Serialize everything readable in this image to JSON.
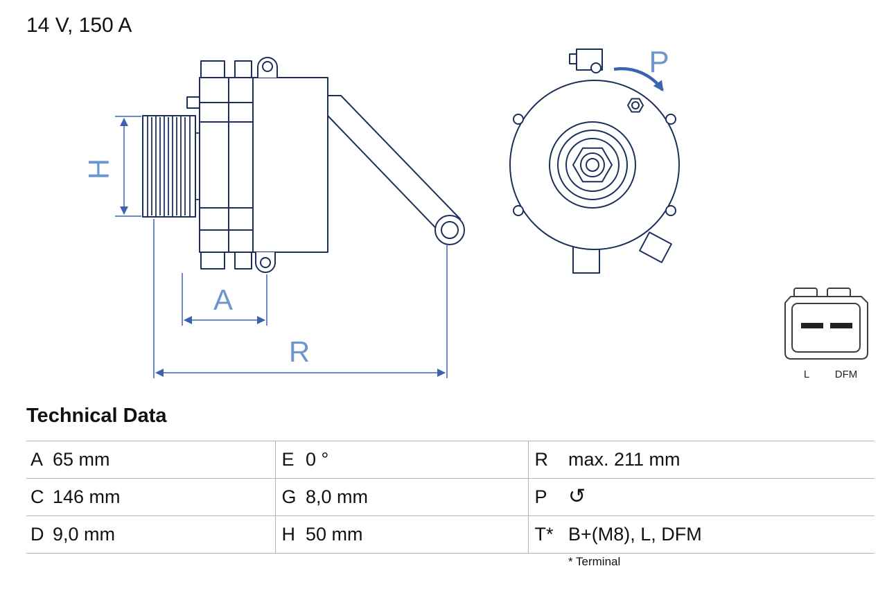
{
  "title": "14 V, 150 A",
  "drawing": {
    "labels": {
      "h": "H",
      "a": "A",
      "r": "R",
      "p": "P"
    },
    "connector": {
      "left": "L",
      "right": "DFM"
    }
  },
  "technical_data": {
    "heading": "Technical Data",
    "rows": [
      {
        "c1k": "A",
        "c1v": "65 mm",
        "c2k": "E",
        "c2v": "0 °",
        "c3k": "R",
        "c3v": "max. 211 mm"
      },
      {
        "c1k": "C",
        "c1v": "146 mm",
        "c2k": "G",
        "c2v": "8,0 mm",
        "c3k": "P",
        "c3v": "↺"
      },
      {
        "c1k": "D",
        "c1v": "9,0 mm",
        "c2k": "H",
        "c2v": "50 mm",
        "c3k": "T*",
        "c3v": "B+(M8), L, DFM"
      }
    ],
    "footnote": "* Terminal"
  },
  "icons": {
    "rotation": "rotation-ccw-icon"
  },
  "colors": {
    "drawing_line": "#1c2f5a",
    "dimension_line": "#3a64ae",
    "dimension_label": "#6f95d0",
    "connector_line": "#3d3d3d",
    "table_border": "#a9b6c2",
    "text": "#111111"
  }
}
